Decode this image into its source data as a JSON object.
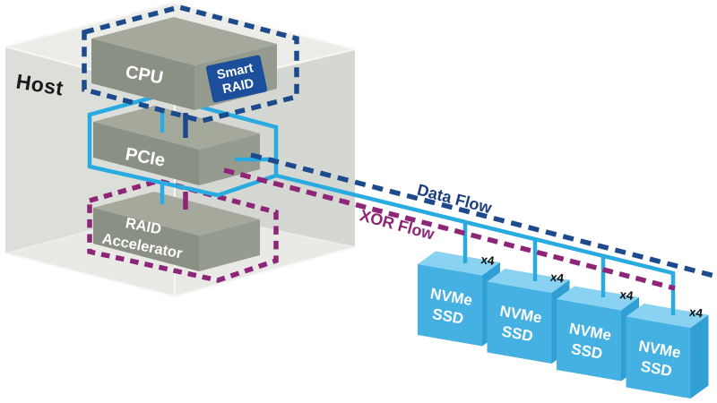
{
  "colors": {
    "navy": "#1d4a8d",
    "navy_text": "#1b3e7e",
    "cyan": "#29abe2",
    "purple": "#8e2577",
    "host_top": "#ecede9",
    "host_left": "#dcded9",
    "host_right": "#d4d7d2",
    "host_floor": "#e9eae6",
    "host_text": "#1a1a1a",
    "box_top": "#a5a99c",
    "box_front": "#8b9084",
    "box_side": "#969b8f",
    "ssd_top": "#8ad2f2",
    "ssd_front": "#45b1e2",
    "ssd_side": "#2f9fd4",
    "badge_bg": "#1b4f9c",
    "label_text": "#ffffff",
    "x4_text": "#111111"
  },
  "host": {
    "label": "Host"
  },
  "components": {
    "cpu": {
      "label": "CPU"
    },
    "pcie": {
      "label": "PCIe"
    },
    "raid_accelerator": {
      "line1": "RAID",
      "line2": "Accelerator"
    },
    "smart_raid_badge": {
      "line1": "Smart",
      "line2": "RAID"
    }
  },
  "flows": {
    "data_flow": {
      "label": "Data Flow"
    },
    "xor_flow": {
      "label": "XOR Flow"
    }
  },
  "ssds": [
    {
      "line1": "NVMe",
      "line2": "SSD",
      "lane": "x4"
    },
    {
      "line1": "NVMe",
      "line2": "SSD",
      "lane": "x4"
    },
    {
      "line1": "NVMe",
      "line2": "SSD",
      "lane": "x4"
    },
    {
      "line1": "NVMe",
      "line2": "SSD",
      "lane": "x4"
    }
  ]
}
